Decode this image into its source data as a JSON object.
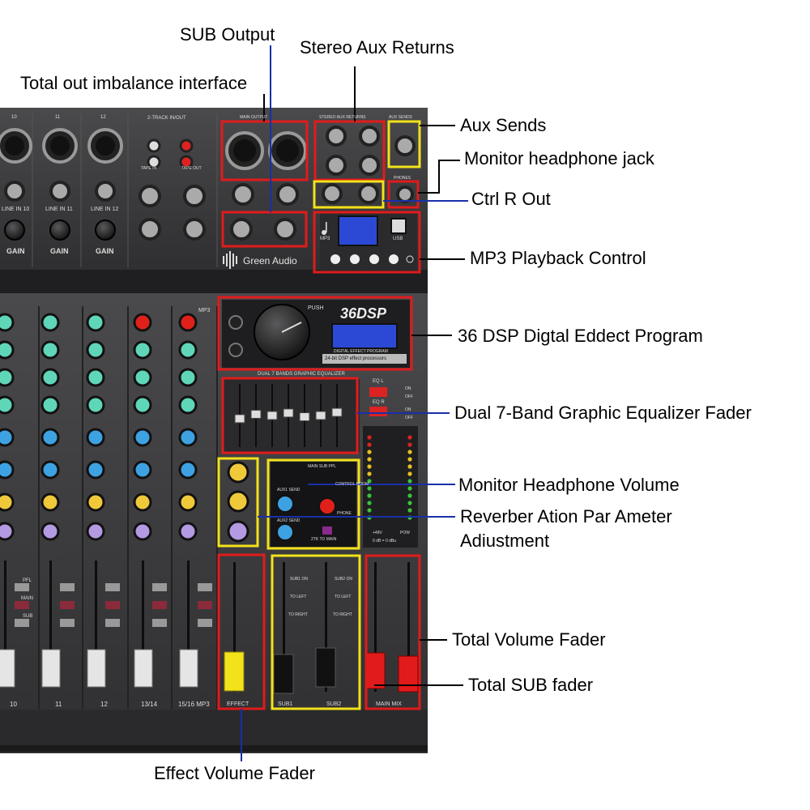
{
  "colors": {
    "panel": "#3b3b3d",
    "panel_dark": "#232325",
    "highlight_red": "#e11b1b",
    "highlight_yellow": "#f2e21a",
    "leader_blue": "#1a2fa8",
    "knob_mint": "#5fd6b8",
    "knob_blue": "#3ea2e2",
    "knob_yellow": "#f0c93a",
    "knob_purple": "#b39ae2",
    "knob_red": "#e0211b",
    "lcd_blue": "#2c49d6"
  },
  "callouts": {
    "sub_output": "SUB Output",
    "stereo_aux_returns": "Stereo Aux Returns",
    "total_out": "Total out imbalance interface",
    "aux_sends": "Aux Sends",
    "monitor_jack": "Monitor headphone jack",
    "ctrl_r_out": "Ctrl R Out",
    "mp3": "MP3 Playback Control",
    "dsp": "36 DSP Digtal Eddect Program",
    "geq": "Dual 7-Band Graphic Equalizer Fader",
    "monitor_volume": "Monitor Headphone Volume",
    "reverb_line1": "Reverber Ation Par Ameter",
    "reverb_line2": "Adiustment",
    "total_volume": "Total Volume Fader",
    "total_sub": "Total SUB fader",
    "effect_volume": "Effect Volume Fader"
  },
  "panel_labels": {
    "brand": "Green Audio",
    "mp3": "MP3",
    "usb": "USB",
    "line_in_10": "LINE IN 10",
    "line_in_11": "LINE IN 11",
    "line_in_12": "LINE IN 12",
    "gain": "GAIN",
    "ch_10": "10",
    "ch_11": "11",
    "ch_12": "12",
    "ch_13_14": "13/14",
    "ch_15_16": "15/16 MP3",
    "two_track": "2-TRACK IN/OUT",
    "tape_in": "TAPE IN",
    "tape_out": "TAPE OUT",
    "main_output": "MAIN OUTPUT",
    "stereo_aux_returns": "STEREO AUX RETURNS",
    "aux_sends": "AUX SENDS",
    "phones": "PHONES",
    "push": "PUSH",
    "dsp_logo": "36DSP",
    "digital_effect_program": "DIGITAL EFFECT PROGRAM",
    "dsp_processors": "24-bit DSP effect processors",
    "geq_title": "DUAL 7 BANDS GRAPHIC EQUALIZER",
    "eq_l": "EQ L",
    "eq_r": "EQ R",
    "on": "ON",
    "off": "OFF",
    "main_sub_ppl": "MAIN SUB PPL",
    "control_room": "CONTROL ROOM",
    "phone": "PHONE",
    "two_tk_to_main": "2TK TO MAIN",
    "aux1_send": "AUX1 SEND",
    "aux2_send": "AUX2 SEND",
    "pfl": "PFL",
    "main": "MAIN",
    "sub": "SUB",
    "sub1_on": "SUB1 ON",
    "sub2_on": "SUB2 ON",
    "to_left": "TO LEFT",
    "to_right": "TO RIGHT",
    "effect": "EFFECT",
    "sub1": "SUB1",
    "sub2": "SUB2",
    "main_mix": "MAIN MIX",
    "plus48v": "+48V",
    "pow": "POW",
    "zero_db": "0 dB = 0 dBu"
  }
}
